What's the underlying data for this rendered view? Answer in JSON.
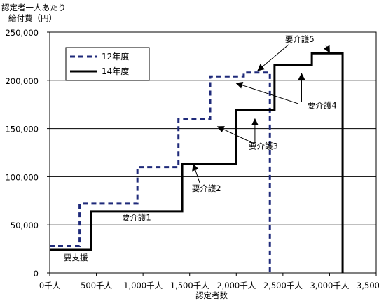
{
  "chart_data": {
    "type": "line",
    "step": true,
    "ylabel": "認定者一人あたり\n給付費（円）",
    "xlabel": "認定者数",
    "xlim": [
      0,
      3500
    ],
    "ylim": [
      0,
      250000
    ],
    "x_ticks": [
      0,
      500,
      1000,
      1500,
      2000,
      2500,
      3000,
      3500
    ],
    "x_tick_labels": [
      "0千人",
      "500千人",
      "1,000千人",
      "1,500千人",
      "2,000千人",
      "2,500千人",
      "3,000千人",
      "3,500千人"
    ],
    "y_ticks": [
      0,
      50000,
      100000,
      150000,
      200000,
      250000
    ],
    "y_tick_labels": [
      "0",
      "50,000",
      "100,000",
      "150,000",
      "200,000",
      "250,000"
    ],
    "grid": {
      "y": true,
      "x": false
    },
    "legend": {
      "placement": "top-left"
    },
    "series": [
      {
        "name": "12年度",
        "style": "dashed",
        "color": "#1f2a7a",
        "steps": [
          {
            "x0": 0,
            "x1": 320,
            "y": 28000
          },
          {
            "x0": 320,
            "x1": 940,
            "y": 72000
          },
          {
            "x0": 940,
            "x1": 1380,
            "y": 110000
          },
          {
            "x0": 1380,
            "x1": 1720,
            "y": 160000
          },
          {
            "x0": 1720,
            "x1": 2080,
            "y": 204000
          },
          {
            "x0": 2080,
            "x1": 2360,
            "y": 208000
          }
        ],
        "end_x": 2360
      },
      {
        "name": "14年度",
        "style": "solid",
        "color": "#000000",
        "steps": [
          {
            "x0": 0,
            "x1": 440,
            "y": 24000
          },
          {
            "x0": 440,
            "x1": 1420,
            "y": 64000
          },
          {
            "x0": 1420,
            "x1": 2000,
            "y": 113000
          },
          {
            "x0": 2000,
            "x1": 2410,
            "y": 169000
          },
          {
            "x0": 2410,
            "x1": 2810,
            "y": 216000
          },
          {
            "x0": 2810,
            "x1": 3140,
            "y": 228000
          }
        ],
        "end_x": 3140
      }
    ],
    "annotations": [
      {
        "text": "要支援",
        "x": 280,
        "y": 13000,
        "arrows": []
      },
      {
        "text": "要介護1",
        "x": 930,
        "y": 55000,
        "arrows": []
      },
      {
        "text": "要介護2",
        "x": 1680,
        "y": 85000,
        "arrows": [
          {
            "from": [
              1610,
              93000
            ],
            "to": [
              1540,
              113000
            ]
          }
        ]
      },
      {
        "text": "要介護3",
        "x": 2290,
        "y": 129000,
        "arrows": [
          {
            "from": [
              2200,
              134000
            ],
            "to": [
              1800,
              152000
            ]
          },
          {
            "from": [
              2200,
              134000
            ],
            "to": [
              2200,
              160000
            ]
          }
        ]
      },
      {
        "text": "要介護4",
        "x": 2920,
        "y": 171000,
        "arrows": [
          {
            "from": [
              2660,
              176000
            ],
            "to": [
              2000,
              197000
            ]
          },
          {
            "from": [
              2700,
              178000
            ],
            "to": [
              2700,
              207000
            ]
          }
        ]
      },
      {
        "text": "要介護5",
        "x": 2680,
        "y": 240000,
        "arrows": [
          {
            "from": [
              2560,
              237000
            ],
            "to": [
              2230,
              210000
            ]
          },
          {
            "from": [
              2960,
              236000
            ],
            "to": [
              3000,
              229000
            ]
          }
        ]
      }
    ]
  }
}
